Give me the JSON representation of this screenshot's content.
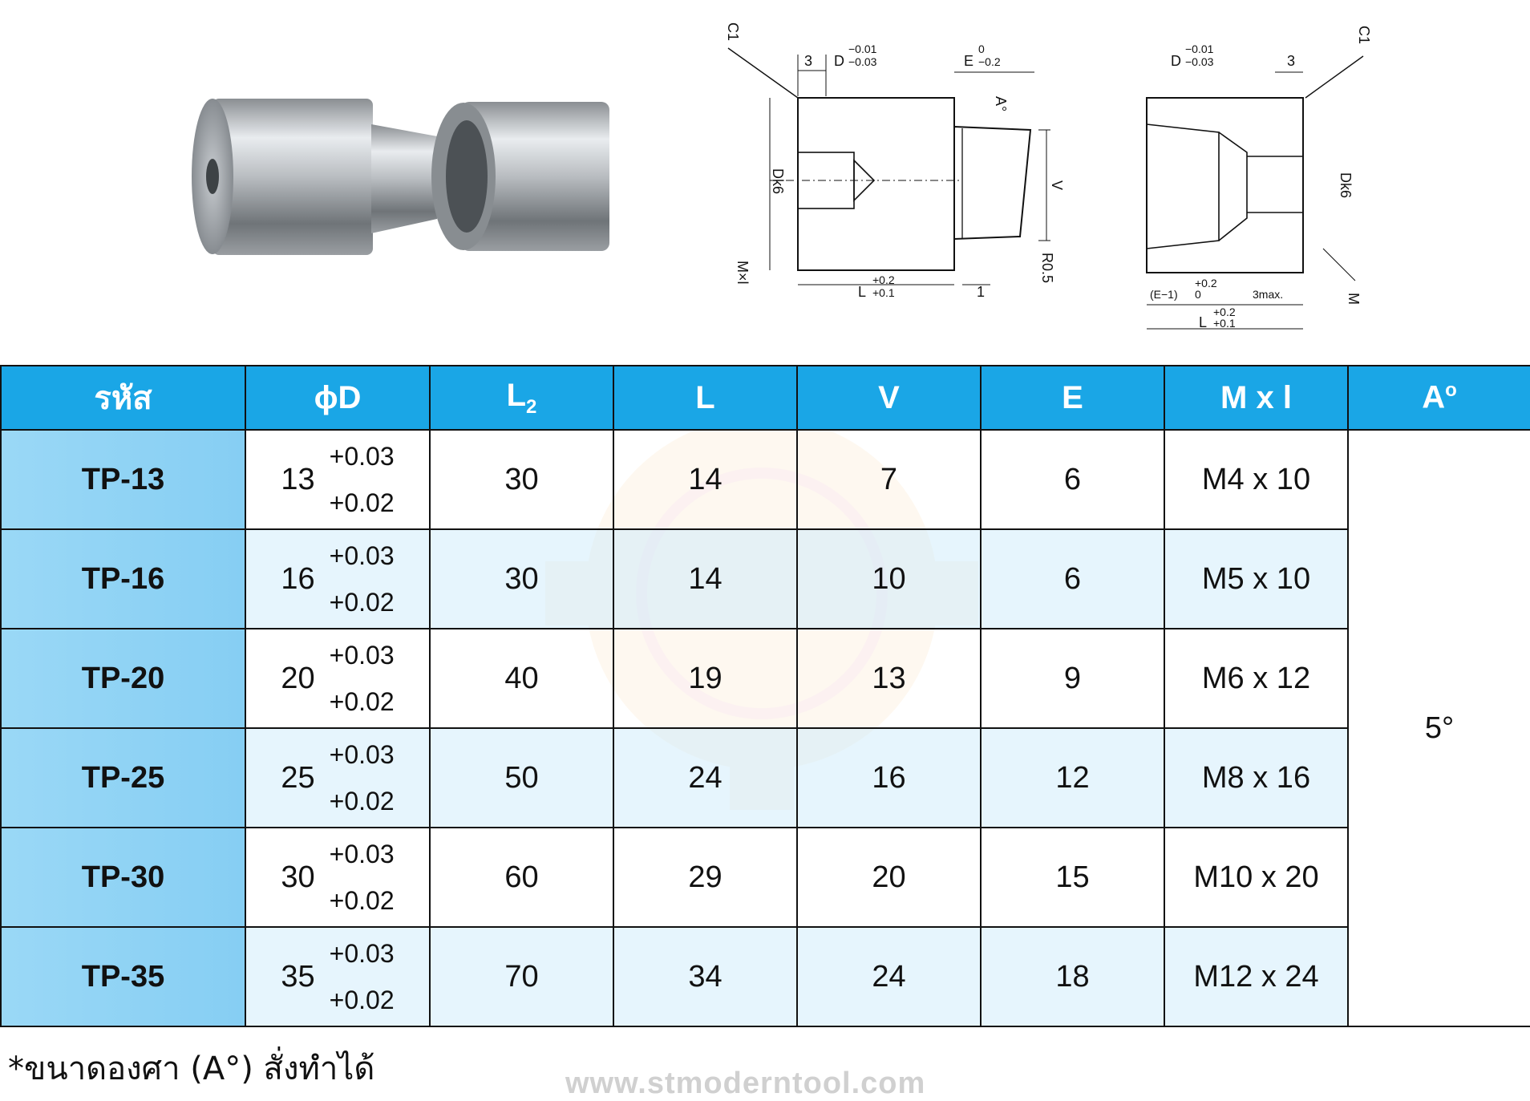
{
  "header": {
    "code": "รหัส",
    "diameter": "ϕD",
    "l2_main": "L",
    "l2_sub": "2",
    "l": "L",
    "v": "V",
    "e": "E",
    "mxl": "M x l",
    "angle_main": "A",
    "angle_sup": "o"
  },
  "rows": [
    {
      "code": "TP-13",
      "d": "13",
      "tol_upper": "+0.03",
      "tol_lower": "+0.02",
      "l2": "30",
      "l": "14",
      "v": "7",
      "e": "6",
      "mxl": "M4 x 10"
    },
    {
      "code": "TP-16",
      "d": "16",
      "tol_upper": "+0.03",
      "tol_lower": "+0.02",
      "l2": "30",
      "l": "14",
      "v": "10",
      "e": "6",
      "mxl": "M5 x 10"
    },
    {
      "code": "TP-20",
      "d": "20",
      "tol_upper": "+0.03",
      "tol_lower": "+0.02",
      "l2": "40",
      "l": "19",
      "v": "13",
      "e": "9",
      "mxl": "M6 x 12"
    },
    {
      "code": "TP-25",
      "d": "25",
      "tol_upper": "+0.03",
      "tol_lower": "+0.02",
      "l2": "50",
      "l": "24",
      "v": "16",
      "e": "12",
      "mxl": "M8 x 16"
    },
    {
      "code": "TP-30",
      "d": "30",
      "tol_upper": "+0.03",
      "tol_lower": "+0.02",
      "l2": "60",
      "l": "29",
      "v": "20",
      "e": "15",
      "mxl": "M10 x 20"
    },
    {
      "code": "TP-35",
      "d": "35",
      "tol_upper": "+0.03",
      "tol_lower": "+0.02",
      "l2": "70",
      "l": "34",
      "v": "24",
      "e": "18",
      "mxl": "M12 x 24"
    }
  ],
  "angle_value": "5°",
  "drawing_side": {
    "c1": "C1",
    "three": "3",
    "d_label": "D",
    "d_tol_upper": "−0.01",
    "d_tol_lower": "−0.03",
    "e_label": "E",
    "e_tol_upper": "0",
    "e_tol_lower": "−0.2",
    "a_label": "A°",
    "dk6": "Dk6",
    "v_label": "V",
    "r05": "R0.5",
    "mxl": "M×l",
    "l_label": "L",
    "l_tol_upper": "+0.2",
    "l_tol_lower": "+0.1",
    "one": "1"
  },
  "drawing_front": {
    "d_label": "D",
    "d_tol_upper": "−0.01",
    "d_tol_lower": "−0.03",
    "three": "3",
    "c1": "C1",
    "dk6": "Dk6",
    "e_minus_1": "(E−1)",
    "e1_tol_upper": "+0.2",
    "e1_tol_lower": "0",
    "three_max": "3max.",
    "m": "M",
    "l_label": "L",
    "l_tol_upper": "+0.2",
    "l_tol_lower": "+0.1"
  },
  "footnote": "*ขนาดองศา (A°) สั่งทำได้",
  "website": "www.stmoderntool.com",
  "colors": {
    "header_bg": "#1aa6e6",
    "code_bg": "#8fd2f4",
    "row_tint": "#def2fc"
  }
}
